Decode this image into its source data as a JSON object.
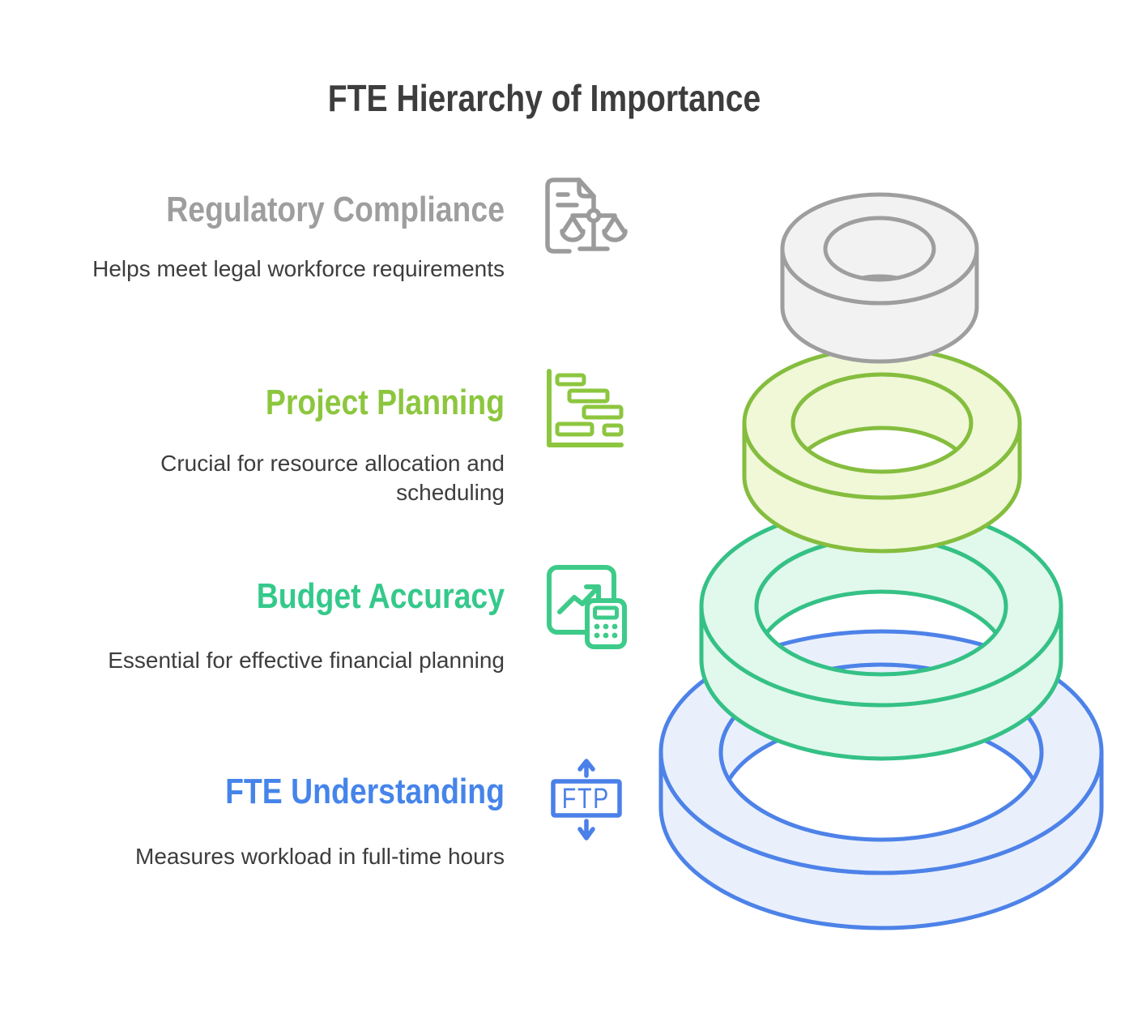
{
  "title": "FTE Hierarchy of Importance",
  "colors": {
    "title_text": "#3d3d3d",
    "body_text": "#3d3d3d",
    "background": "#ffffff"
  },
  "sections": [
    {
      "heading": "Regulatory Compliance",
      "description": "Helps meet legal workforce requirements",
      "color": "#9e9e9e",
      "icon_color": "#9b9b9b",
      "icon": "document-scales-icon"
    },
    {
      "heading": "Project Planning",
      "description": "Crucial for resource allocation and scheduling",
      "color": "#8cc63e",
      "icon_color": "#8cc63f",
      "icon": "gantt-chart-icon"
    },
    {
      "heading": "Budget Accuracy",
      "description": "Essential for effective financial planning",
      "color": "#34c98b",
      "icon_color": "#3ecb8a",
      "icon": "chart-calculator-icon"
    },
    {
      "heading": "FTE Understanding",
      "description": "Measures workload in full-time hours",
      "color": "#4584ea",
      "icon_color": "#4a80e8",
      "icon": "fte-measure-icon",
      "icon_text": "FTP"
    }
  ],
  "rings": [
    {
      "name": "fte-understanding",
      "stroke": "#4d82e8",
      "fill": "#e9f0fc"
    },
    {
      "name": "budget-accuracy",
      "stroke": "#35c186",
      "fill": "#e1f8ec"
    },
    {
      "name": "project-planning",
      "stroke": "#85bd3e",
      "fill": "#f0f8d8"
    },
    {
      "name": "regulatory-compliance",
      "stroke": "#9e9e9e",
      "fill": "#f2f2f2"
    }
  ]
}
